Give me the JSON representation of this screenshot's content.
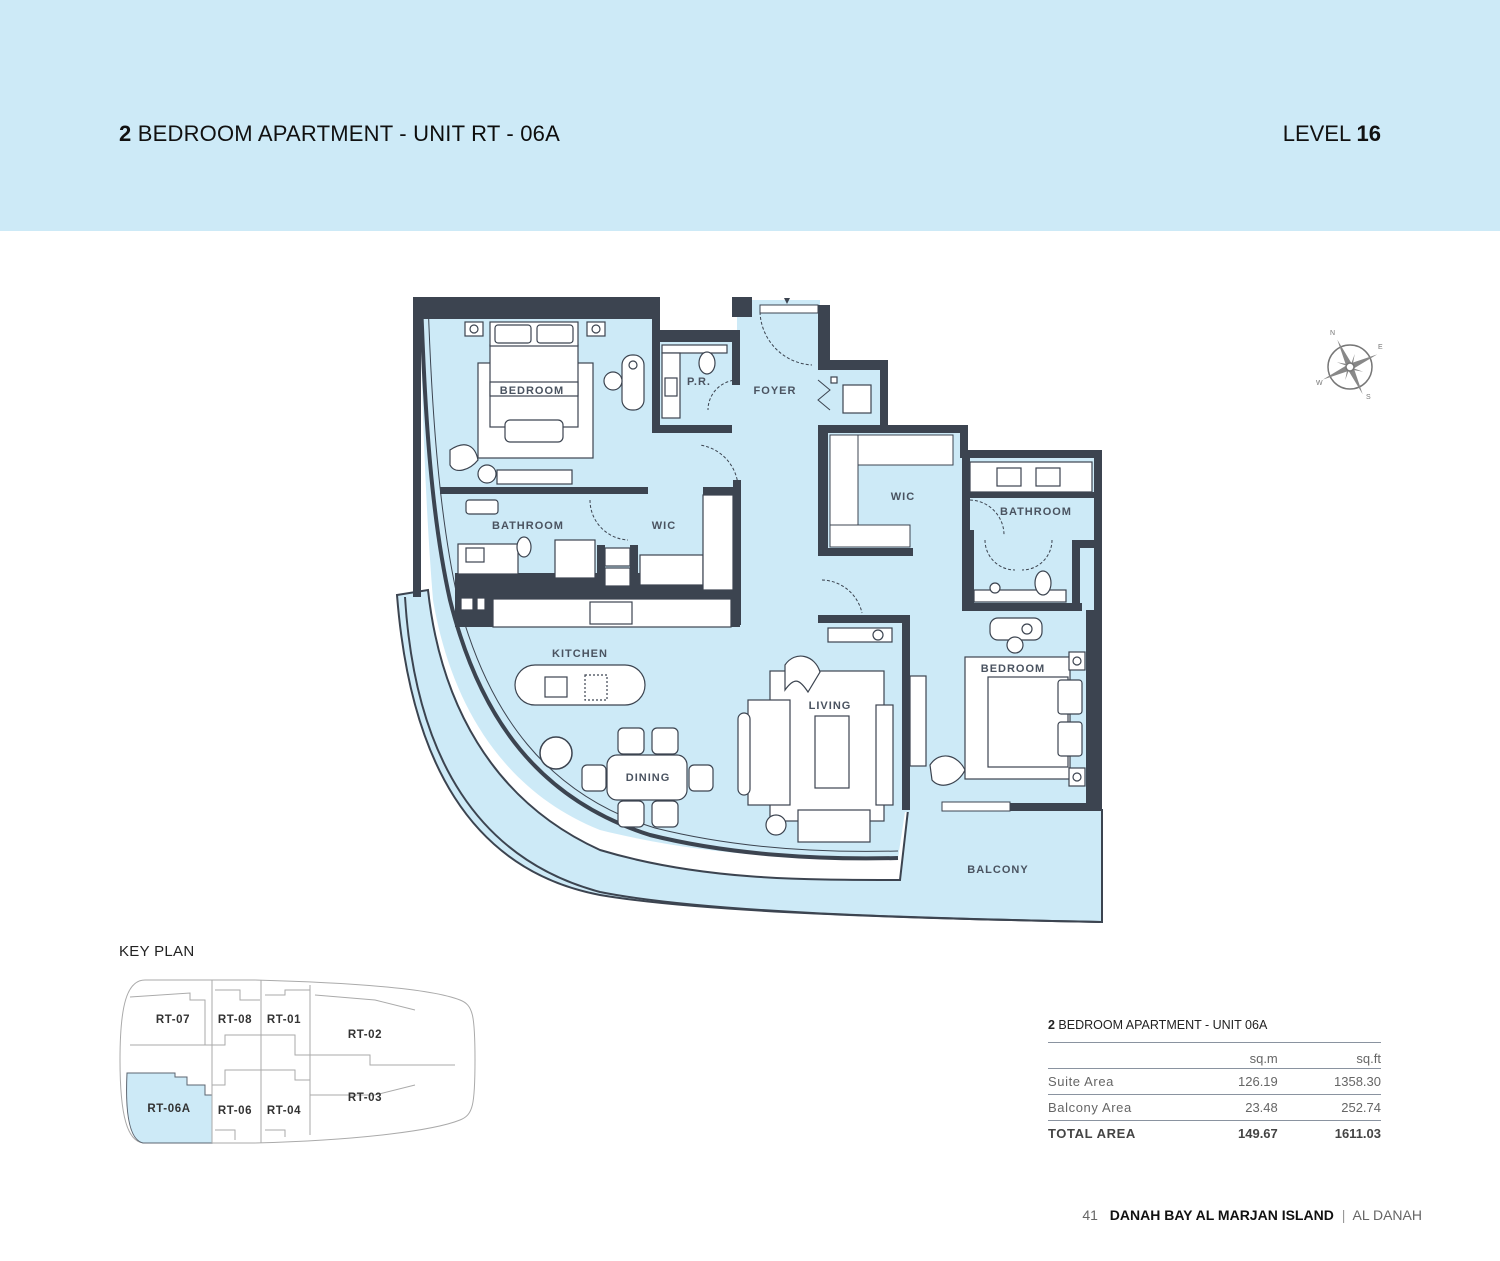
{
  "header": {
    "title_bold_prefix": "2",
    "title_light": "BEDROOM APARTMENT - ",
    "title_unit": "UNIT RT - 06A",
    "level_label": "LEVEL ",
    "level_number": "16",
    "background_color": "#cdeaf7"
  },
  "floor_plan": {
    "fill_color": "#cdeaf7",
    "wall_color": "#3c4450",
    "rooms": {
      "bedroom_1": "BEDROOM",
      "powder_room": "P.R.",
      "foyer": "FOYER",
      "bathroom_1": "BATHROOM",
      "wic_1": "WIC",
      "wic_2": "WIC",
      "bathroom_2": "BATHROOM",
      "kitchen": "KITCHEN",
      "living": "LIVING",
      "dining": "DINING",
      "bedroom_2": "BEDROOM",
      "balcony": "BALCONY"
    }
  },
  "compass": {
    "n": "N",
    "e": "E",
    "s": "S",
    "w": "W"
  },
  "key_plan": {
    "label": "KEY PLAN",
    "units": [
      "RT-07",
      "RT-08",
      "RT-01",
      "RT-02",
      "RT-06A",
      "RT-06",
      "RT-04",
      "RT-03"
    ],
    "highlighted": "RT-06A"
  },
  "area_table": {
    "title_bold": "2",
    "title_light": " BEDROOM APARTMENT - ",
    "title_unit": "UNIT 06A",
    "columns": [
      "",
      "sq.m",
      "sq.ft"
    ],
    "rows": [
      {
        "label": "Suite Area",
        "sqm": "126.19",
        "sqft": "1358.30"
      },
      {
        "label": "Balcony Area",
        "sqm": "23.48",
        "sqft": "252.74"
      }
    ],
    "total": {
      "label": "TOTAL AREA",
      "sqm": "149.67",
      "sqft": "1611.03"
    }
  },
  "footer": {
    "page_number": "41",
    "project_name": "DANAH BAY AL MARJAN ISLAND",
    "separator": "|",
    "sub_name": "AL DANAH"
  }
}
